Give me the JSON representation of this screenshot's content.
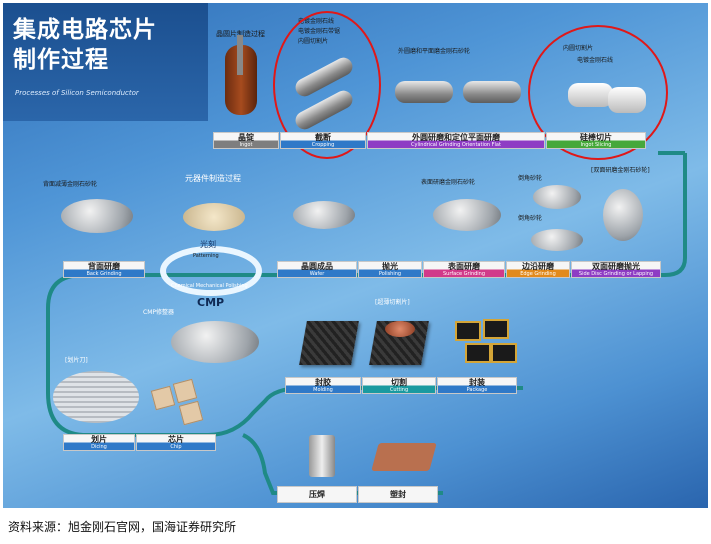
{
  "title": "集成电路芯片\n制作过程",
  "subtitle": "Processes of Silicon Semiconductor",
  "section_wafer": "晶圆片制造过程",
  "section_device": "元器件制造过程",
  "steps_top": [
    {
      "cn": "晶锭",
      "en": "Ingot"
    },
    {
      "cn": "截断",
      "en": "Cropping"
    },
    {
      "cn": "外圆研磨和定位平面研磨",
      "en": "Cylindrical Grinding Orientation Flat"
    },
    {
      "cn": "硅棒切片",
      "en": "Ingot Slicing"
    }
  ],
  "steps_mid": [
    {
      "cn": "背面研磨",
      "en": "Back Grinding"
    },
    {
      "cn": "晶圆成品",
      "en": "Wafer"
    },
    {
      "cn": "抛光",
      "en": "Polishing"
    },
    {
      "cn": "表面研磨",
      "en": "Surface Grinding"
    },
    {
      "cn": "边沿研磨",
      "en": "Edge Grinding"
    },
    {
      "cn": "双面研磨抛光",
      "en": "Side Disc Grinding or Lapping"
    }
  ],
  "steps_pkg": [
    {
      "cn": "封胶",
      "en": "Molding"
    },
    {
      "cn": "切割",
      "en": "Cutting"
    },
    {
      "cn": "封装",
      "en": "Package"
    }
  ],
  "steps_bottom": [
    {
      "cn": "划片",
      "en": "Dicing"
    },
    {
      "cn": "芯片",
      "en": "Chip"
    }
  ],
  "steps_last": [
    {
      "cn": "压焊"
    },
    {
      "cn": "塑封"
    }
  ],
  "cmp": {
    "top": "光刻",
    "top_en": "Patterning",
    "mid_en": "Chemical Mechanical Polishing",
    "big": "CMP"
  },
  "annotations": {
    "crop_1": "电镀金刚石线",
    "crop_2": "电镀金刚石带锯",
    "crop_3": "内圆切割片",
    "cyl": "外圆磨和平面磨金刚石砂轮",
    "slice_1": "内圆切割片",
    "slice_2": "电镀金刚石线",
    "back": "背面减薄金刚石砂轮",
    "surface": "表面研磨金刚石砂轮",
    "edge_1": "倒角砂轮",
    "edge_2": "倒角砂轮",
    "double": "[双面研磨金刚石砂轮]",
    "cmp_disc": "CMP修整器",
    "dicing_blade": "[划片刀]",
    "ultra": "[超薄切割片]"
  },
  "source": "资料来源：旭金刚石官网，国海证券研究所"
}
